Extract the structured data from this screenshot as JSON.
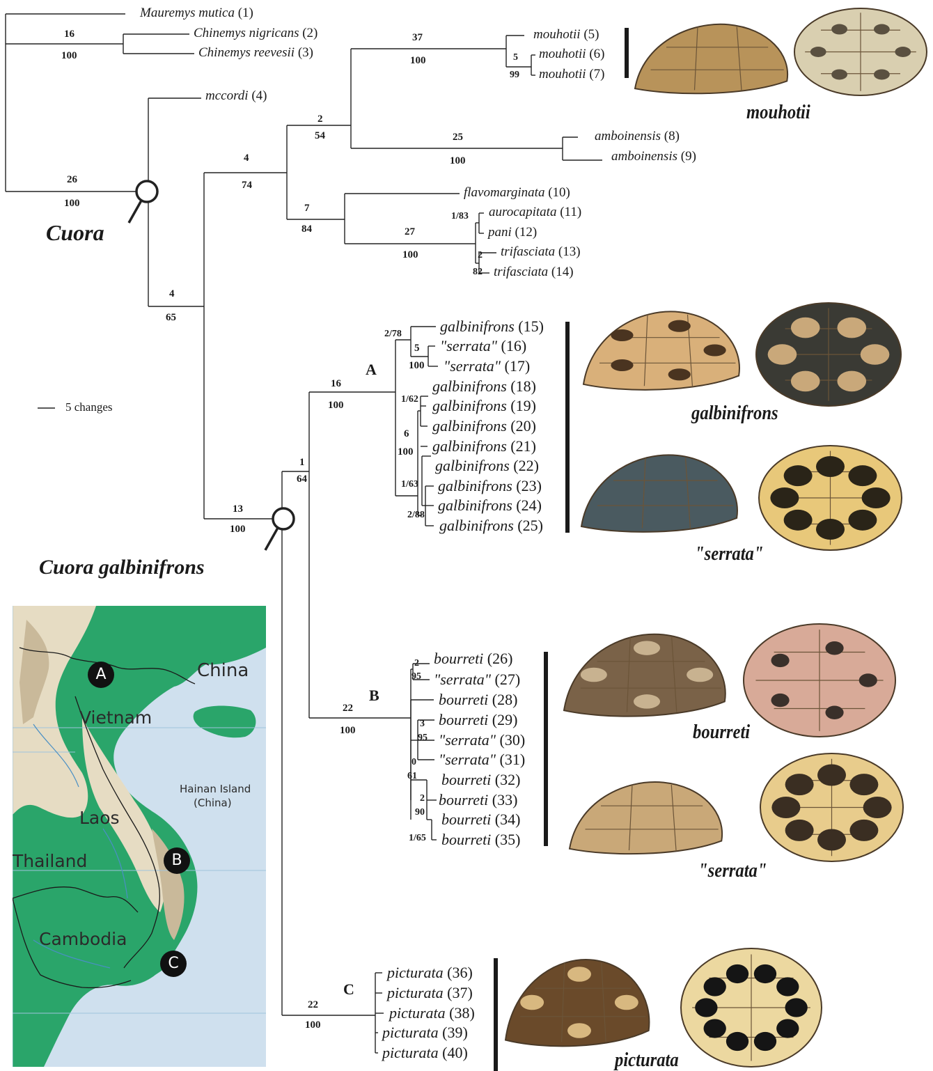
{
  "taxa": [
    {
      "name": "Mauremys mutica",
      "num": "(1)"
    },
    {
      "name": "Chinemys nigricans",
      "num": "(2)"
    },
    {
      "name": "Chinemys reevesii",
      "num": "(3)"
    },
    {
      "name": "mccordi",
      "num": "(4)"
    },
    {
      "name": "mouhotii",
      "num": "(5)"
    },
    {
      "name": "mouhotii",
      "num": "(6)"
    },
    {
      "name": "mouhotii",
      "num": "(7)"
    },
    {
      "name": "amboinensis",
      "num": "(8)"
    },
    {
      "name": "amboinensis",
      "num": "(9)"
    },
    {
      "name": "flavomarginata",
      "num": "(10)"
    },
    {
      "name": "aurocapitata",
      "num": "(11)"
    },
    {
      "name": "pani",
      "num": "(12)"
    },
    {
      "name": "trifasciata",
      "num": "(13)"
    },
    {
      "name": "trifasciata",
      "num": "(14)"
    },
    {
      "name": "galbinifrons",
      "num": "(15)"
    },
    {
      "name": "\"serrata\"",
      "num": "(16)"
    },
    {
      "name": "\"serrata\"",
      "num": "(17)"
    },
    {
      "name": "galbinifrons",
      "num": "(18)"
    },
    {
      "name": "galbinifrons",
      "num": "(19)"
    },
    {
      "name": "galbinifrons",
      "num": "(20)"
    },
    {
      "name": "galbinifrons",
      "num": "(21)"
    },
    {
      "name": "galbinifrons",
      "num": "(22)"
    },
    {
      "name": "galbinifrons",
      "num": "(23)"
    },
    {
      "name": "galbinifrons",
      "num": "(24)"
    },
    {
      "name": "galbinifrons",
      "num": "(25)"
    },
    {
      "name": "bourreti",
      "num": "(26)"
    },
    {
      "name": "\"serrata\"",
      "num": "(27)"
    },
    {
      "name": "bourreti",
      "num": "(28)"
    },
    {
      "name": "bourreti",
      "num": "(29)"
    },
    {
      "name": "\"serrata\"",
      "num": "(30)"
    },
    {
      "name": "\"serrata\"",
      "num": "(31)"
    },
    {
      "name": "bourreti",
      "num": "(32)"
    },
    {
      "name": "bourreti",
      "num": "(33)"
    },
    {
      "name": "bourreti",
      "num": "(34)"
    },
    {
      "name": "bourreti",
      "num": "(35)"
    },
    {
      "name": "picturata",
      "num": "(36)"
    },
    {
      "name": "picturata",
      "num": "(37)"
    },
    {
      "name": "picturata",
      "num": "(38)"
    },
    {
      "name": "picturata",
      "num": "(39)"
    },
    {
      "name": "picturata",
      "num": "(40)"
    }
  ],
  "branch_support": {
    "chinemys": {
      "changes": "16",
      "bootstrap": "100"
    },
    "cuora": {
      "changes": "26",
      "bootstrap": "100"
    },
    "cuora_inner": {
      "changes": "4",
      "bootstrap": "65"
    },
    "upper_group": {
      "changes": "4",
      "bootstrap": "74"
    },
    "mouhotii_amboinensis": {
      "changes": "2",
      "bootstrap": "54"
    },
    "mouhotii": {
      "changes": "37",
      "bootstrap": "100"
    },
    "mouhotii_6_7": {
      "changes": "5",
      "bootstrap": "99"
    },
    "amboinensis": {
      "changes": "25",
      "bootstrap": "100"
    },
    "flavomarginata_group": {
      "changes": "7",
      "bootstrap": "84"
    },
    "aurocapitata_group": {
      "changes": "27",
      "bootstrap": "100"
    },
    "aurocapitata_pani": {
      "label": "1/83"
    },
    "trifasciata": {
      "changes": "2",
      "bootstrap": "82"
    },
    "galbinifrons_complex": {
      "changes": "13",
      "bootstrap": "100"
    },
    "ab": {
      "changes": "1",
      "bootstrap": "64"
    },
    "clade_a": {
      "changes": "16",
      "bootstrap": "100"
    },
    "a_15_17": {
      "label": "2/78"
    },
    "a_16_17": {
      "changes": "5",
      "bootstrap": "100"
    },
    "a_18_19": {
      "label": "1/62"
    },
    "a_18_25": {
      "changes": "6",
      "bootstrap": "100"
    },
    "a_22_25": {
      "label": "1/63"
    },
    "a_24_25": {
      "label": "2/88"
    },
    "clade_b": {
      "changes": "22",
      "bootstrap": "100"
    },
    "b_26_27": {
      "changes": "2",
      "bootstrap": "95"
    },
    "b_29_31": {
      "changes": "3",
      "bootstrap": "95"
    },
    "b_28_35": {
      "changes": "0",
      "bootstrap": "61"
    },
    "b_33_35": {
      "changes": "2",
      "bootstrap": "90"
    },
    "b_34_35": {
      "label": "1/65"
    },
    "clade_c": {
      "changes": "22",
      "bootstrap": "100"
    }
  },
  "clade_letters": {
    "a": "A",
    "b": "B",
    "c": "C"
  },
  "group_labels": {
    "cuora": "Cuora",
    "galbinifrons": "Cuora galbinifrons"
  },
  "scale_bar": {
    "label": "5 changes"
  },
  "shell_labels": {
    "mouhotii": "mouhotii",
    "galbinifrons": "galbinifrons",
    "serrata_a": "\"serrata\"",
    "bourreti": "bourreti",
    "serrata_b": "\"serrata\"",
    "picturata": "picturata"
  },
  "map": {
    "countries": [
      "China",
      "Vietnam",
      "Laos",
      "Thailand",
      "Cambodia"
    ],
    "island": "Hainan Island",
    "island_note": "(China)",
    "markers": [
      "A",
      "B",
      "C"
    ],
    "colors": {
      "sea": "#cfe0ee",
      "lowland": "#2aa56a",
      "highland": "#e6dcc3",
      "mountain": "#c9b99a"
    }
  }
}
